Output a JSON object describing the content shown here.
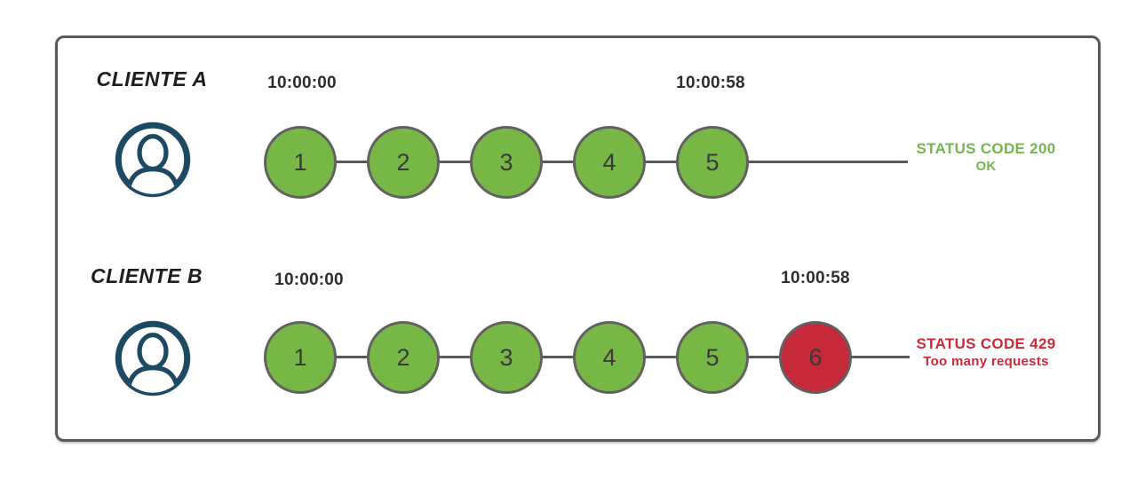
{
  "colors": {
    "request_ok_fill": "#76b745",
    "request_rate_limited_fill": "#c5293a",
    "status_success_text": "#72b84e",
    "status_error_text": "#cd2936",
    "avatar_blue": "#1d4a63",
    "wire_gray": "#595959",
    "frame_border_gray": "#58595b",
    "timestamp_text": "#2d2d2d"
  },
  "icons": {
    "client_avatar": "person-avatar-icon"
  },
  "diagram": {
    "rows": [
      {
        "client_label": "CLIENTE A",
        "start_time": "10:00:00",
        "end_time": "10:00:58",
        "requests": [
          "1",
          "2",
          "3",
          "4",
          "5"
        ],
        "request_states": [
          "ok",
          "ok",
          "ok",
          "ok",
          "ok"
        ],
        "status_code_line": "STATUS CODE 200",
        "status_message_line": "OK",
        "status_type": "success"
      },
      {
        "client_label": "CLIENTE B",
        "start_time": "10:00:00",
        "end_time": "10:00:58",
        "requests": [
          "1",
          "2",
          "3",
          "4",
          "5",
          "6"
        ],
        "request_states": [
          "ok",
          "ok",
          "ok",
          "ok",
          "ok",
          "rate-limited"
        ],
        "status_code_line": "STATUS CODE 429",
        "status_message_line": "Too many requests",
        "status_type": "error"
      }
    ]
  }
}
